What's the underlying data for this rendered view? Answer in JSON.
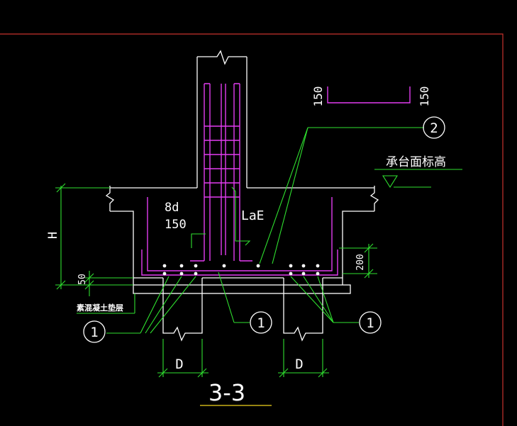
{
  "colors": {
    "background": "#000000",
    "concrete_outline": "#ffffff",
    "rebar": "#e23cf0",
    "dimension": "#2fe02f",
    "border": "#c8322d",
    "title_underline": "#f0d21e"
  },
  "labels": {
    "cap_top_elevation": "承台面标高",
    "blinding_layer": "素混凝土垫层",
    "anchorage_length": "LaE",
    "bar_spacing_multiplier": "8d",
    "bar_spacing_value": "150",
    "section_title": "3-3"
  },
  "dimensions": {
    "cap_height": "H",
    "blinding_thickness": "50",
    "cover_height": "200",
    "pile_diameter_left": "D",
    "pile_diameter_right": "D",
    "detail_leg_left": "150",
    "detail_leg_right": "150"
  },
  "callouts": {
    "rebar_2": "2",
    "rebar_1_center": "1",
    "rebar_1_left": "1",
    "rebar_1_right": "1"
  }
}
